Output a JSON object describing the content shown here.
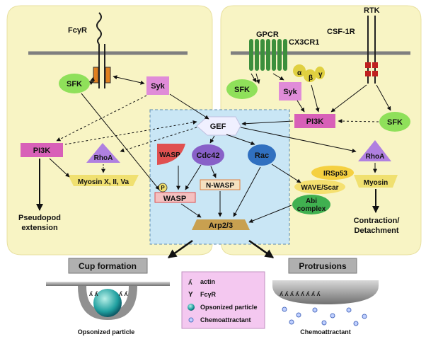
{
  "receptors": {
    "fcgr": "FcγR",
    "gpcr": "GPCR",
    "cx3cr1": "CX3CR1",
    "rtk": "RTK",
    "csf1r": "CSF-1R"
  },
  "g_protein": {
    "alpha": "α",
    "beta": "β",
    "gamma": "γ"
  },
  "nodes": {
    "sfk_left": "SFK",
    "syk_left": "Syk",
    "pi3k_left": "PI3K",
    "rhoa_left": "RhoA",
    "myosin_left": "Myosin X, II, Va",
    "pseudopod_line1": "Pseudopod",
    "pseudopod_line2": "extension",
    "sfk_mid": "SFK",
    "syk_mid": "Syk",
    "pi3k_right": "PI3K",
    "sfk_right": "SFK",
    "rhoa_right": "RhoA",
    "myosin_right": "Myosin",
    "contraction_line1": "Contraction/",
    "contraction_line2": "Detachment",
    "gef": "GEF",
    "wasp_top": "WASP",
    "cdc42": "Cdc42",
    "rac": "Rac",
    "p_badge": "P",
    "wasp_p": "WASP",
    "nwasp": "N-WASP",
    "irsp53": "IRSp53",
    "wave_scar": "WAVE/Scar",
    "abi_line1": "Abi",
    "abi_line2": "complex",
    "arp23": "Arp2/3"
  },
  "outcomes": {
    "cup_formation": "Cup formation",
    "protrusions": "Protrusions",
    "opsonized_particle": "Opsonized particle",
    "chemoattractant": "Chemoattractant"
  },
  "legend": {
    "items": [
      {
        "symbol": "actin-icon",
        "label": "actin"
      },
      {
        "symbol": "fcgr-icon",
        "label": "FcγR",
        "glyph": "Y"
      },
      {
        "symbol": "particle-icon",
        "label": "Opsonized particle"
      },
      {
        "symbol": "chemo-icon",
        "label": "Chemoattractant"
      }
    ]
  },
  "colors": {
    "cell_fill": "#f8f4c4",
    "membrane": "#7f7f7f",
    "core_box": "#c9e6f5",
    "sfk": "#8fe05a",
    "syk": "#e08cd8",
    "pi3k": "#d860b8",
    "rhoa": "#b080e0",
    "cdc42": "#8860c8",
    "rac": "#3070c0",
    "myosin": "#f0e070",
    "wasp": "#e05050",
    "irsp53": "#f5d040",
    "abi": "#40b050",
    "arp": "#c8a050",
    "gpcr": "#3c8f3c",
    "rtk": "#c02020",
    "fcgr_box": "#e08020",
    "legend_bg": "#f4c8f0",
    "outcome_label": "#b0b0b0"
  }
}
